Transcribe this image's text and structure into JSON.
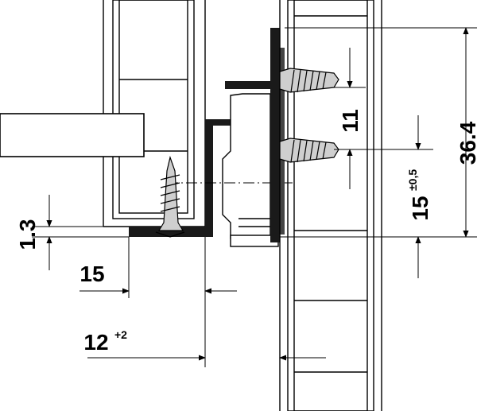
{
  "dimensions": {
    "d1_3": "1.3",
    "d15": "15",
    "d12": "12",
    "d12_tol": "+2",
    "d11": "11",
    "d15b": "15",
    "d15b_tol": "±0,5",
    "d36_4": "36.4"
  },
  "colors": {
    "line": "#000000",
    "fill_dark": "#1a1a1a",
    "screw_fill": "#cfcfcf",
    "background": "#ffffff"
  }
}
